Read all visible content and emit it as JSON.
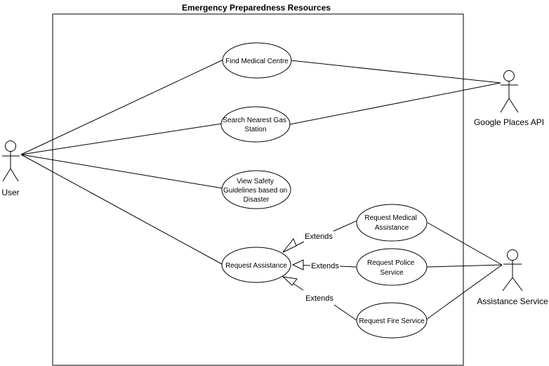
{
  "system": {
    "title": "Emergency Preparedness Resources"
  },
  "actors": {
    "user": "User",
    "google": "Google Places API",
    "assistance": "Assistance Service"
  },
  "use_cases": {
    "find_medical": [
      "Find Medical Centre"
    ],
    "search_gas": [
      "Search Nearest Gas",
      "Station"
    ],
    "view_safety": [
      "View Safety",
      "Guidelines based on",
      "Disaster"
    ],
    "request_assistance": [
      "Request Assistance"
    ],
    "request_medical": [
      "Request Medical",
      "Assistance"
    ],
    "request_police": [
      "Request Police",
      "Service"
    ],
    "request_fire": [
      "Request Fire Service"
    ]
  },
  "relations": {
    "extends_label": "Extends"
  }
}
